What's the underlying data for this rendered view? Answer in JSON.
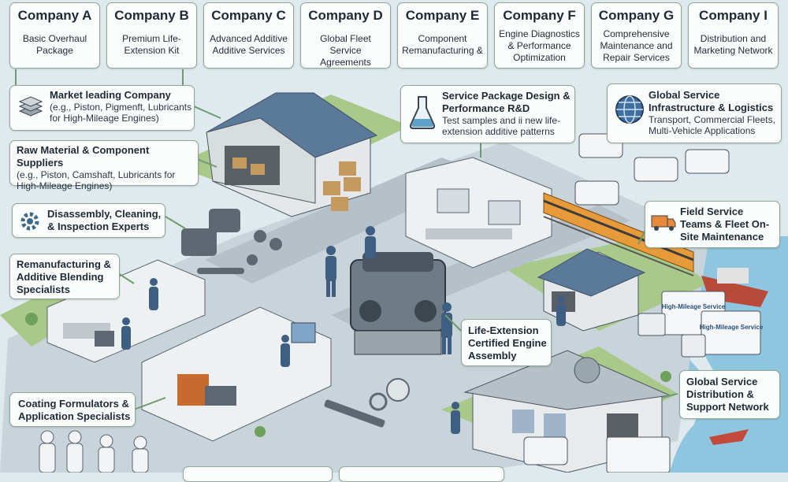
{
  "companies": [
    {
      "name": "Company A",
      "desc": "Basic Overhaul Package"
    },
    {
      "name": "Company B",
      "desc": "Premium Life-Extension Kit"
    },
    {
      "name": "Company C",
      "desc": "Advanced Additive Additive Services"
    },
    {
      "name": "Company D",
      "desc": "Global Fleet Service Agreements"
    },
    {
      "name": "Company E",
      "desc": "Component Remanufacturing &"
    },
    {
      "name": "Company F",
      "desc": "Engine Diagnostics & Performance Optimization"
    },
    {
      "name": "Company G",
      "desc": "Comprehensive Maintenance and Repair Services"
    },
    {
      "name": "Company I",
      "desc": "Distribution and Marketing Network"
    }
  ],
  "labels": {
    "market": {
      "title": "Market leading Company",
      "sub": "(e.g., Piston, Pigmenft, Lubricants for High-Mileage Engines)"
    },
    "raw": {
      "title": "Raw Material & Component Suppliers",
      "sub": "(e.g., Piston, Camshaft, Lubricants for High-Mileage Engines)"
    },
    "disassembly": {
      "title": "Disassembly, Cleaning, & Inspection Experts"
    },
    "reman": {
      "title": "Remanufacturing & Additive Blending Specialists"
    },
    "coating": {
      "title": "Coating Formulators & Application Specialists"
    },
    "rnd": {
      "title": "Service Package Design & Performance R&D",
      "sub": "Test samples and ii new life-extension additive patterns"
    },
    "infra": {
      "title": "Global Service Infrastructure & Logistics",
      "sub": "Transport, Commercial Fleets, Multi-Vehicle Applications"
    },
    "field": {
      "title": "Field Service Teams & Fleet On-Site Maintenance"
    },
    "assembly": {
      "title": "Life-Extension Certified Engine Assembly"
    },
    "distribution": {
      "title": "Global Service Distribution & Support Network"
    }
  },
  "truck_text": "High-Mileage Service",
  "colors": {
    "ground": "#c9d3da",
    "grass": "#a9c98a",
    "water": "#8ec5df",
    "roof": "#5b7a99",
    "worker": "#3e5f82",
    "border": "#8faa93"
  }
}
